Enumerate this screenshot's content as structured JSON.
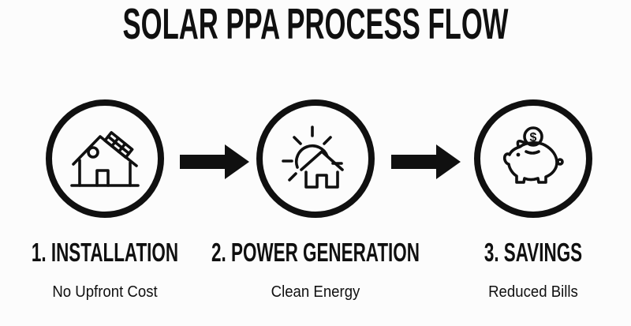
{
  "title": "SOLAR PPA PROCESS FLOW",
  "colors": {
    "ink": "#101010",
    "background": "#fcfcfc"
  },
  "steps": [
    {
      "heading": "1. INSTALLATION",
      "subtext": "No Upfront Cost",
      "icon": "solar-panel-house-icon"
    },
    {
      "heading": "2. POWER GENERATION",
      "subtext": "Clean Energy",
      "icon": "sun-house-icon"
    },
    {
      "heading": "3. SAVINGS",
      "subtext": "Reduced Bills",
      "icon": "piggy-bank-icon"
    }
  ],
  "connectors": [
    {
      "icon": "arrow-right-icon"
    },
    {
      "icon": "arrow-right-icon"
    }
  ],
  "piggy_coin_symbol": "$"
}
